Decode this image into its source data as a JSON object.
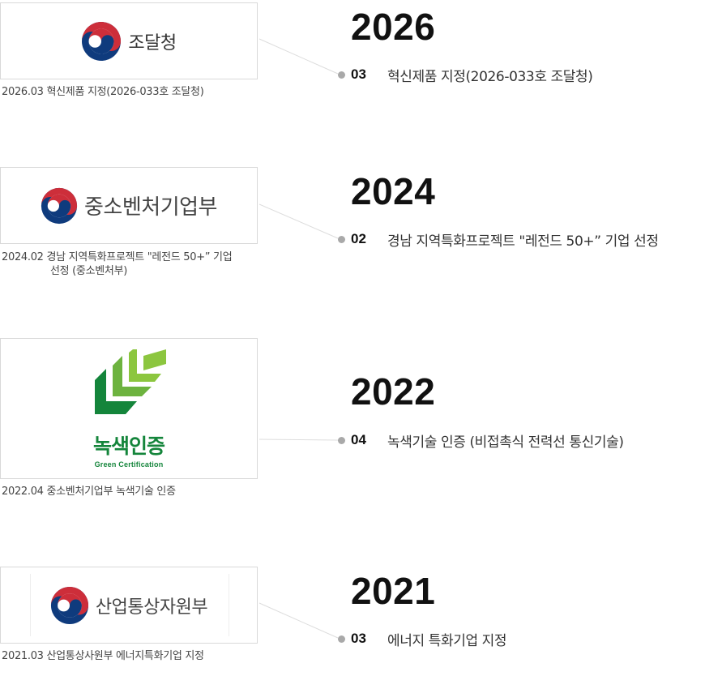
{
  "timeline": [
    {
      "year": "2026",
      "month": "03",
      "text": "혁신제품 지정(2026-033호 조달청)",
      "caption_line1": "2026.03 혁신제품 지정(2026-033호 조달청)",
      "caption_line2": "",
      "logo": {
        "name": "조달청",
        "icon": "taegeuk-emblem-icon"
      }
    },
    {
      "year": "2024",
      "month": "02",
      "text": "경남 지역특화프로젝트 \"레전드 50+” 기업 선정",
      "caption_line1": "2024.02 경남 지역특화프로젝트 \"레전드 50+” 기업",
      "caption_line2": "선정 (중소벤처부)",
      "logo": {
        "name": "중소벤처기업부",
        "icon": "taegeuk-emblem-icon"
      }
    },
    {
      "year": "2022",
      "month": "04",
      "text": "녹색기술 인증 (비접촉식 전력선 통신기술)",
      "caption_line1": "2022.04 중소벤처기업부 녹색기술 인증",
      "caption_line2": "",
      "logo": {
        "name": "녹색인증",
        "sub": "Green Certification",
        "icon": "green-leaf-icon"
      }
    },
    {
      "year": "2021",
      "month": "03",
      "text": "에너지 특화기업 지정",
      "caption_line1": "2021.03 산업통상사원부 에너지특화기업 지정",
      "caption_line2": "",
      "logo": {
        "name": "산업통상자원부",
        "icon": "taegeuk-emblem-icon"
      }
    }
  ],
  "colors": {
    "taegeuk_red": "#cd2e3a",
    "taegeuk_blue": "#0f3b7d",
    "green_dark": "#14853b",
    "green_light": "#8cc63f",
    "dot": "#a9a9a9",
    "connector": "#dddddd"
  }
}
